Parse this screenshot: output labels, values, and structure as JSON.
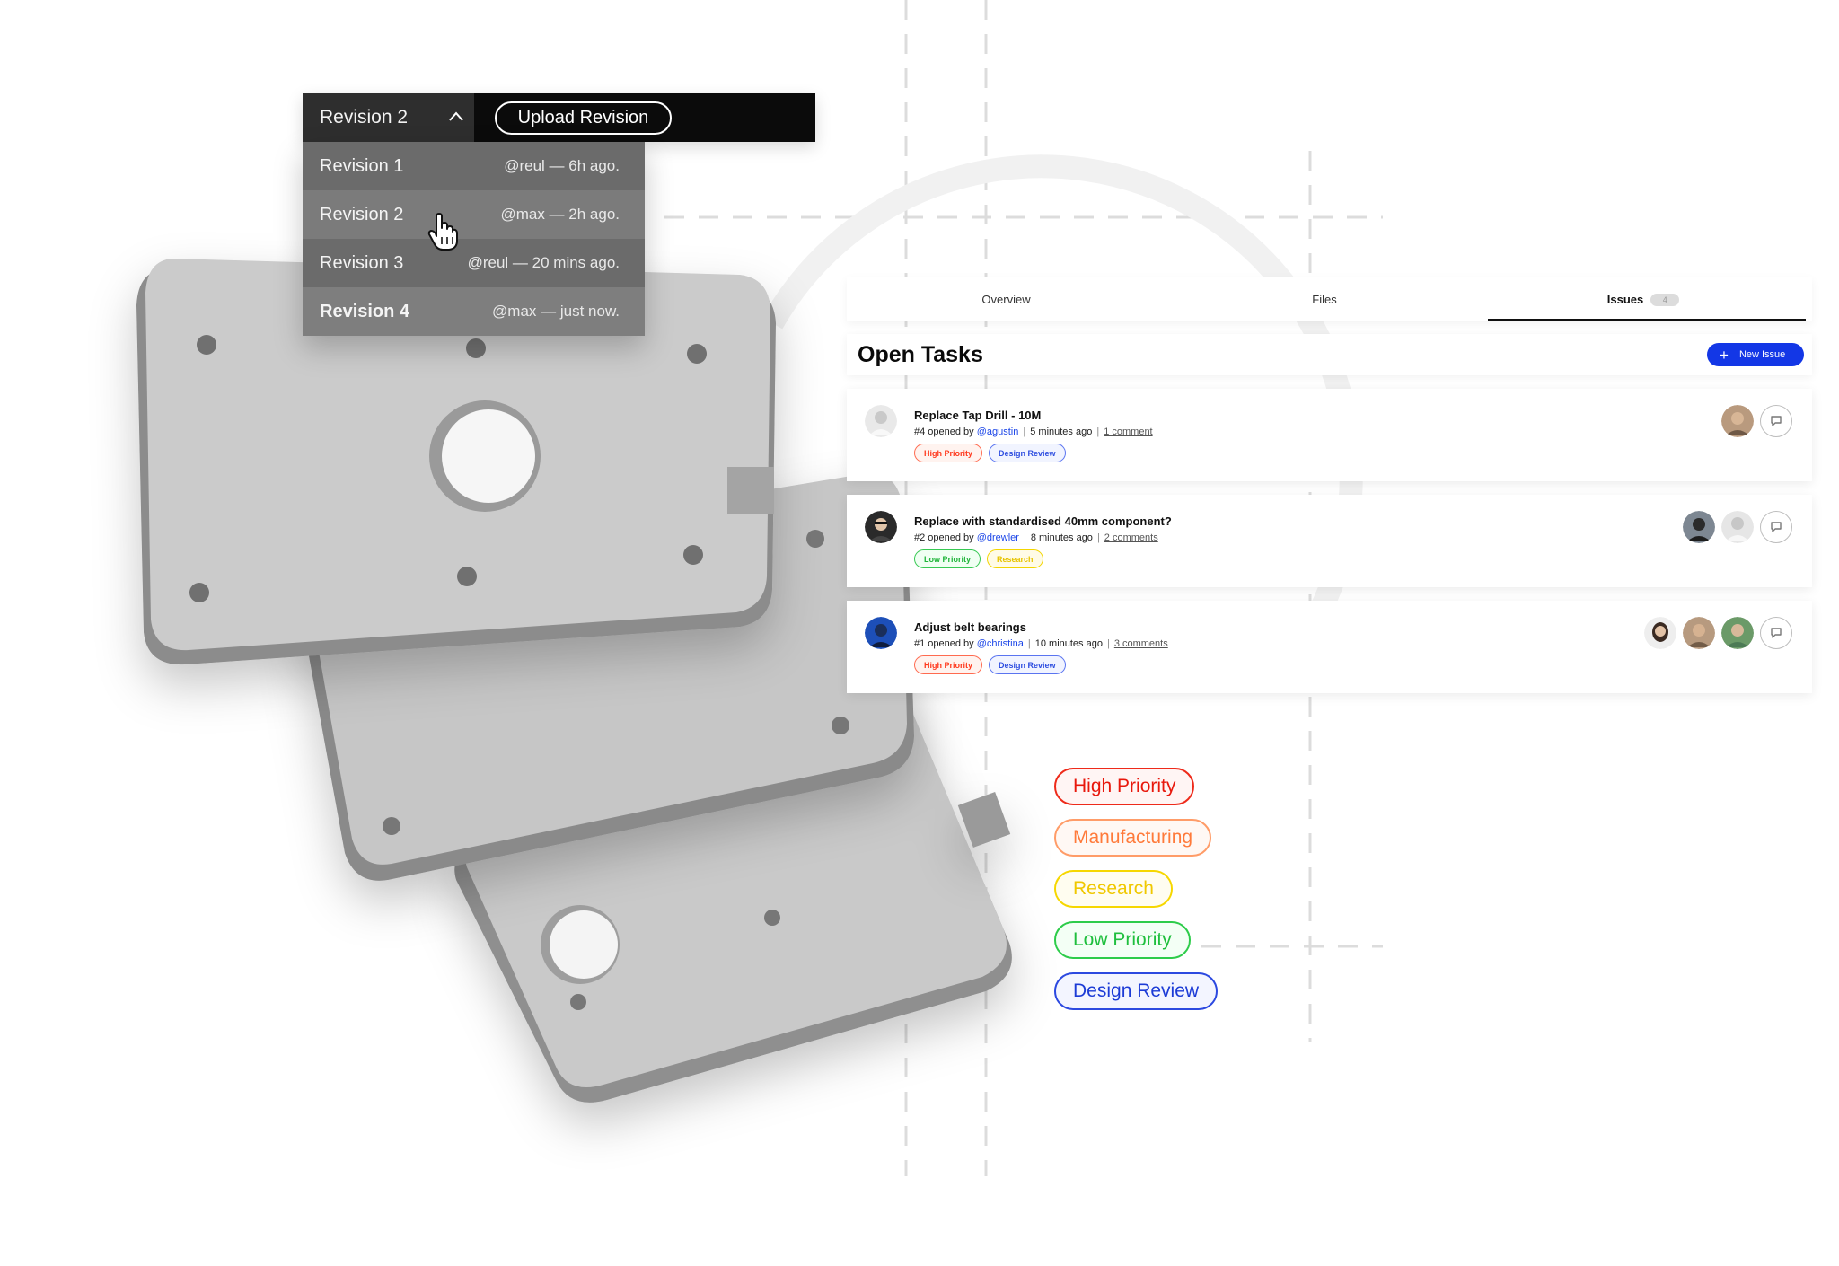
{
  "revisions": {
    "selected_label": "Revision 2",
    "upload_label": "Upload Revision",
    "items": [
      {
        "label": "Revision 1",
        "meta": "@reul — 6h ago."
      },
      {
        "label": "Revision 2",
        "meta": "@max — 2h ago."
      },
      {
        "label": "Revision 3",
        "meta": "@reul — 20 mins ago."
      },
      {
        "label": "Revision 4",
        "meta": "@max — just now."
      }
    ]
  },
  "tabs": {
    "overview": "Overview",
    "files": "Files",
    "issues": "Issues",
    "issues_count": "4"
  },
  "tasks": {
    "title": "Open Tasks",
    "new_issue_label": "New Issue",
    "issues": [
      {
        "title": "Replace Tap Drill - 10M",
        "number_prefix": "#4 opened by",
        "user": "@agustin",
        "time": "5 minutes ago",
        "comments": "1 comment",
        "tags": [
          "High Priority",
          "Design Review"
        ]
      },
      {
        "title": "Replace with standardised 40mm component?",
        "number_prefix": "#2 opened by",
        "user": "@drewler",
        "time": "8 minutes ago",
        "comments": "2 comments",
        "tags": [
          "Low Priority",
          "Research"
        ]
      },
      {
        "title": "Adjust belt bearings",
        "number_prefix": "#1 opened by",
        "user": "@christina",
        "time": "10 minutes ago",
        "comments": "3 comments",
        "tags": [
          "High Priority",
          "Design Review"
        ]
      }
    ]
  },
  "labels": [
    "High Priority",
    "Manufacturing",
    "Research",
    "Low Priority",
    "Design Review"
  ],
  "colors": {
    "accent_blue": "#1337e6",
    "high_priority": "#e8180c",
    "manufacturing": "#ff7a3a",
    "research": "#f0c800",
    "low_priority": "#1fbf3d",
    "design_review": "#1c3bd6"
  }
}
